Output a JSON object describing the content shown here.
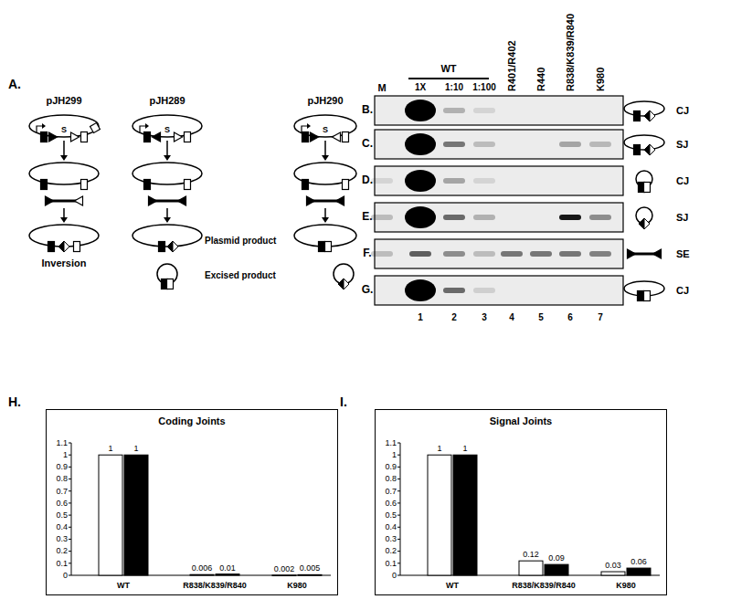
{
  "diagram": {
    "nodes": [
      {
        "text": [
          "Coding Joints"
        ]
      },
      {
        "text": [
          "Signal Joints"
        ]
      }
    ],
    "labels": [
      "A.",
      "pJH299",
      "pJH289",
      "pJH290",
      "S",
      "S",
      "S",
      "Inversion",
      "Plasmid product",
      "Excised product",
      "M",
      "WT",
      "1X",
      "1:10",
      "1:100",
      "R401/R402",
      "R440",
      "R838/K839/R840",
      "K980",
      "B.",
      "C.",
      "D.",
      "E.",
      "F.",
      "G.",
      "CJ",
      "SJ",
      "CJ",
      "SJ",
      "SE",
      "CJ",
      "1",
      "2",
      "3",
      "4",
      "5",
      "6",
      "7",
      "H.",
      "1.1",
      "1",
      "0.9",
      "0.8",
      "0.7",
      "0.6",
      "0.5",
      "0.4",
      "0.3",
      "0.2",
      "0.1",
      "0",
      "1",
      "1",
      "0.006",
      "0.01",
      "0.002",
      "0.005",
      "WT",
      "R838/K839/R840",
      "K980",
      "I.",
      "1.1",
      "1",
      "0.9",
      "0.8",
      "0.7",
      "0.6",
      "0.5",
      "0.4",
      "0.3",
      "0.2",
      "0.1",
      "0",
      "1",
      "1",
      "0.12",
      "0.09",
      "0.03",
      "0.06",
      "WT",
      "R838/K839/R840",
      "K980"
    ]
  }
}
